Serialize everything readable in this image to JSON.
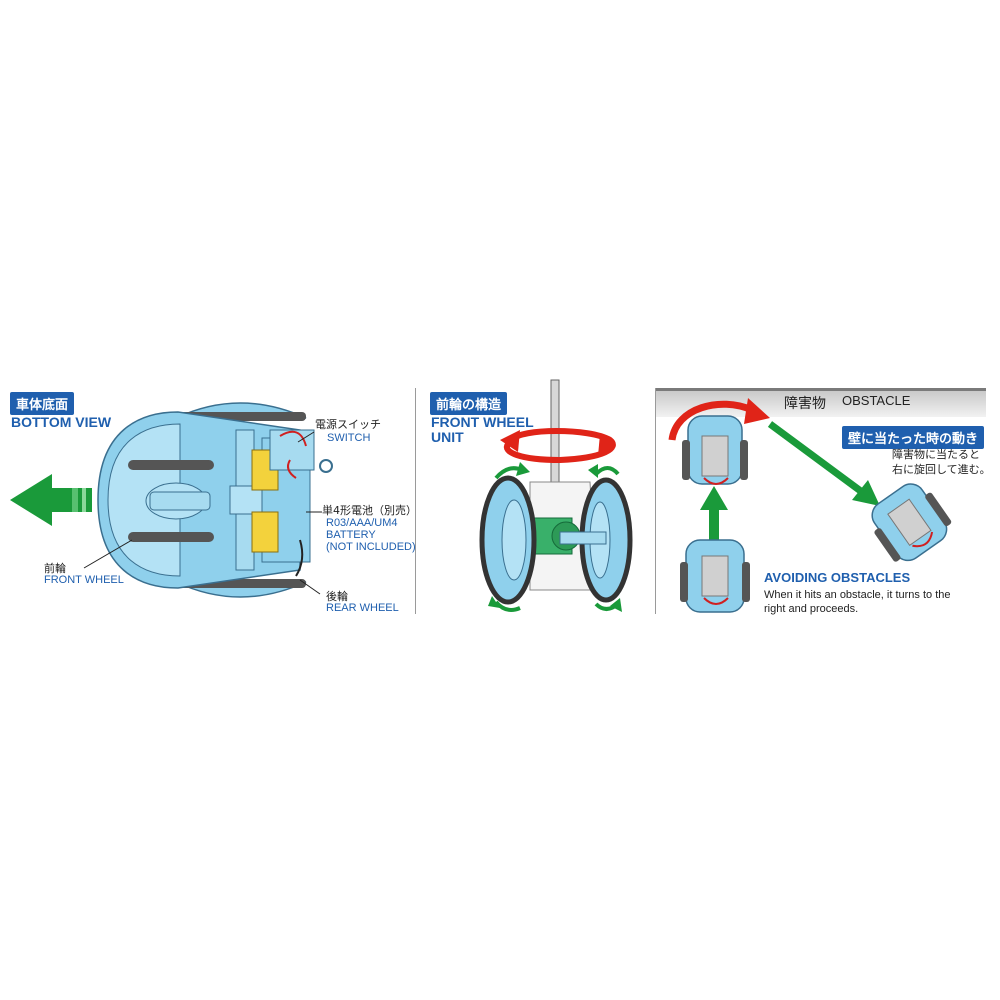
{
  "bottom_view": {
    "tag": "車体底面",
    "title": "BOTTOM VIEW",
    "switch_jp": "電源スイッチ",
    "switch_en": "SWITCH",
    "battery_jp": "単4形電池（別売）",
    "battery_en_1": "R03/AAA/UM4",
    "battery_en_2": "BATTERY",
    "battery_en_3": "(NOT INCLUDED)",
    "front_wheel_jp": "前輪",
    "front_wheel_en": "FRONT WHEEL",
    "rear_wheel_jp": "後輪",
    "rear_wheel_en": "REAR WHEEL"
  },
  "front_wheel_unit": {
    "tag": "前輪の構造",
    "title_1": "FRONT WHEEL",
    "title_2": "UNIT"
  },
  "obstacle": {
    "bar_jp": "障害物",
    "bar_en": "OBSTACLE",
    "tag": "壁に当たった時の動き",
    "desc_jp_1": "障害物に当たると",
    "desc_jp_2": "右に旋回して進む。",
    "avoid_title": "AVOIDING OBSTACLES",
    "avoid_desc_1": "When it hits an obstacle, it turns to the",
    "avoid_desc_2": "right and proceeds."
  },
  "colors": {
    "blue_body": "#8fd0ec",
    "blue_text": "#1f5fae",
    "green_arrow": "#1a9a3a",
    "red_arrow": "#e02418",
    "battery": "#f3d23c"
  }
}
